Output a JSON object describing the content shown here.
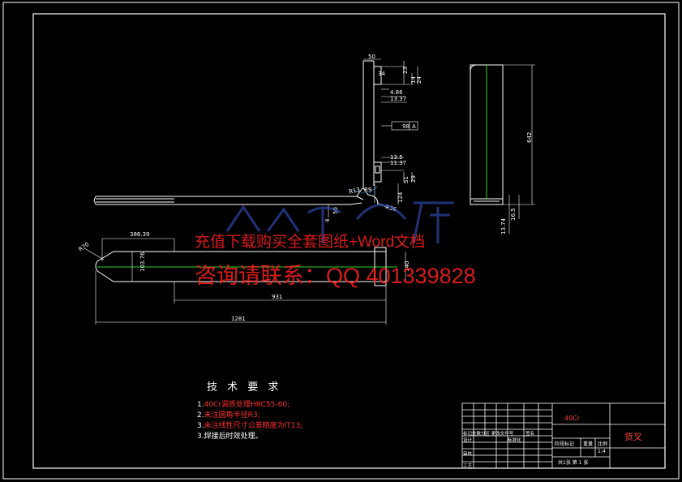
{
  "watermark": {
    "line1": "充值下载购买全套图纸+Word文档",
    "line2": "咨询请联系：QQ 401339828"
  },
  "dimensions": {
    "d50": "50",
    "d23": "23",
    "d24": "24",
    "d34": "34",
    "d14": "14",
    "d486": "4.86",
    "d1337a": "13.37",
    "d98": "98",
    "dA": "A",
    "d135": "13.5",
    "d1137": "11.37",
    "d51": "51",
    "d29": "29",
    "d124": "124",
    "dR13": "R13",
    "dR9": "R9",
    "dR36": "R36",
    "d50b": "50",
    "d642": "642",
    "d1374": "13.74",
    "d165": "16.5",
    "d38639": "386.39",
    "dR70": "R70",
    "d10376": "103.76",
    "d931": "931",
    "d1281": "1281",
    "d140": "140",
    "d4": "4"
  },
  "requirements": {
    "title": "技 术 要 求",
    "items": [
      {
        "num": "1.",
        "text": "40Cr调质处理HRC55-60;",
        "color": "red"
      },
      {
        "num": "2.",
        "text": "未注圆角半径R3;",
        "color": "red"
      },
      {
        "num": "3.",
        "text": "未注线性尺寸公差精度为IT13;",
        "color": "red"
      },
      {
        "num": "3.",
        "text": "焊接后时效处理。",
        "color": "white"
      }
    ]
  },
  "title_block": {
    "material": "40Cr",
    "part_name": "货叉",
    "scale_header": "阶段标记",
    "weight_header": "重量",
    "ratio_header": "比例",
    "ratio_value": "1:4",
    "sheet_text": "共1张  第 1 张",
    "designer": "设计",
    "standardization": "标准化",
    "review": "审核",
    "process": "工艺",
    "sign_row": "标记处数分区  更改文件号",
    "sign_label": "签名"
  }
}
